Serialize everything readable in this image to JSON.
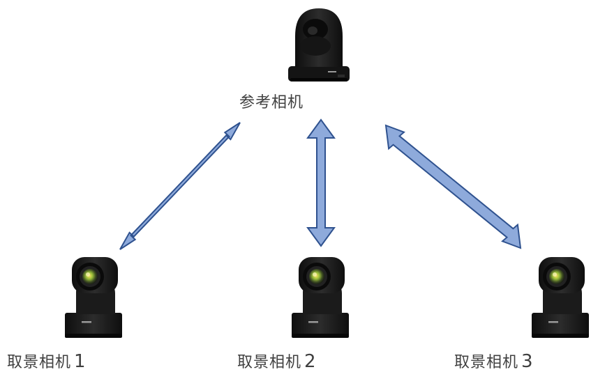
{
  "reference_camera": {
    "label": "参考相机"
  },
  "cameras": [
    {
      "label": "取景相机",
      "number": "1"
    },
    {
      "label": "取景相机",
      "number": "2"
    },
    {
      "label": "取景相机",
      "number": "3"
    }
  ],
  "colors": {
    "arrow_fill": "#8EAADB",
    "arrow_stroke": "#2F528F",
    "camera_body": "#1c1c1c",
    "label_text": "#404040"
  }
}
